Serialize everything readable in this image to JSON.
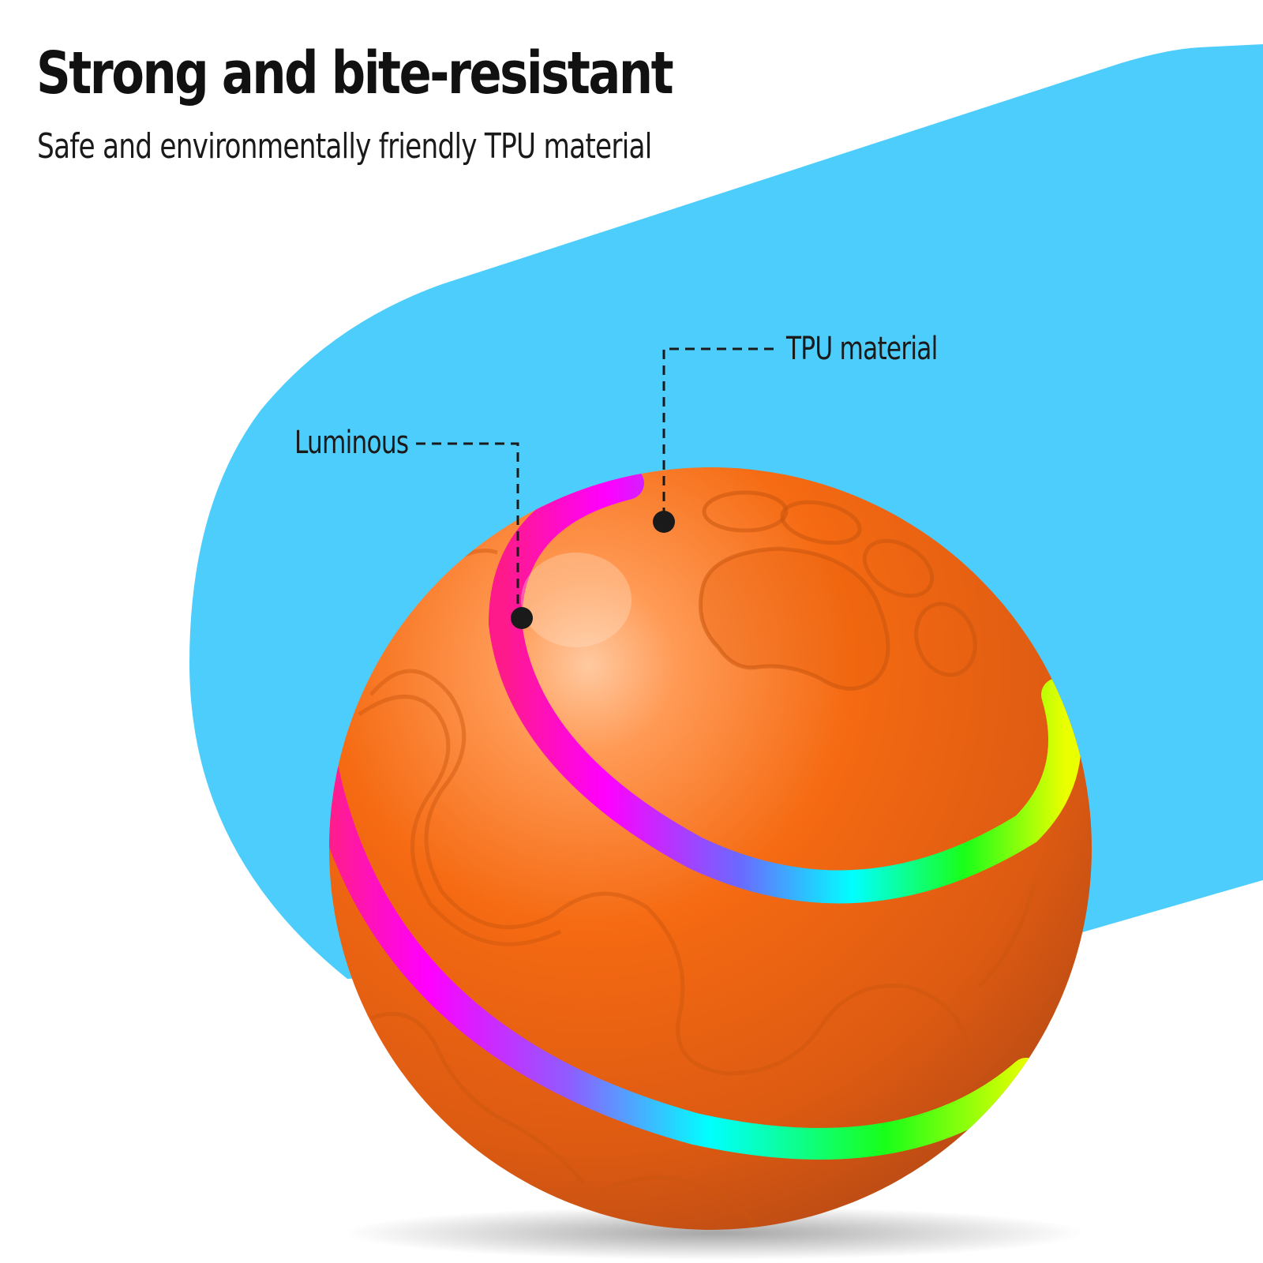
{
  "headline": "Strong and bite-resistant",
  "subheadline": "Safe and environmentally friendly TPU material",
  "callouts": {
    "tpu": "TPU material",
    "luminous": "Luminous"
  },
  "colors": {
    "background_shape": "#4dcdfc",
    "ball": "#f26a10",
    "ring_gradient": [
      "#ff1a8c",
      "#ff00ff",
      "#6a6aff",
      "#00ffff",
      "#19ff19",
      "#eaff00"
    ],
    "text": "#111111"
  }
}
